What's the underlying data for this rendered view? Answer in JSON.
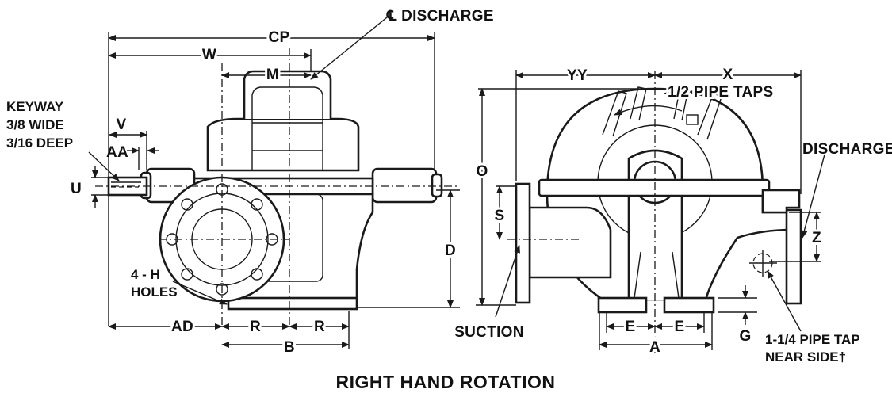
{
  "labels": {
    "cl_discharge": "℄ DISCHARGE",
    "cp": "CP",
    "w": "W",
    "m": "M",
    "keyway_line1": "KEYWAY",
    "keyway_line2": "3/8 WIDE",
    "keyway_line3": "3/16 DEEP",
    "v": "V",
    "aa": "AA",
    "u": "U",
    "d": "D",
    "holes_line1": "4 - H",
    "holes_line2": "HOLES",
    "ad": "AD",
    "r_left": "R",
    "r_right": "R",
    "b": "B",
    "yy": "YY",
    "x": "X",
    "pipe_taps": "1/2 PIPE TAPS",
    "o": "O",
    "s": "S",
    "discharge": "DISCHARGE",
    "z": "Z",
    "suction": "SUCTION",
    "e_left": "E",
    "e_right": "E",
    "a": "A",
    "g": "G",
    "pipe_tap_line1": "1-1/4 PIPE TAP",
    "pipe_tap_line2": "NEAR SIDE†"
  },
  "title": "RIGHT HAND ROTATION"
}
